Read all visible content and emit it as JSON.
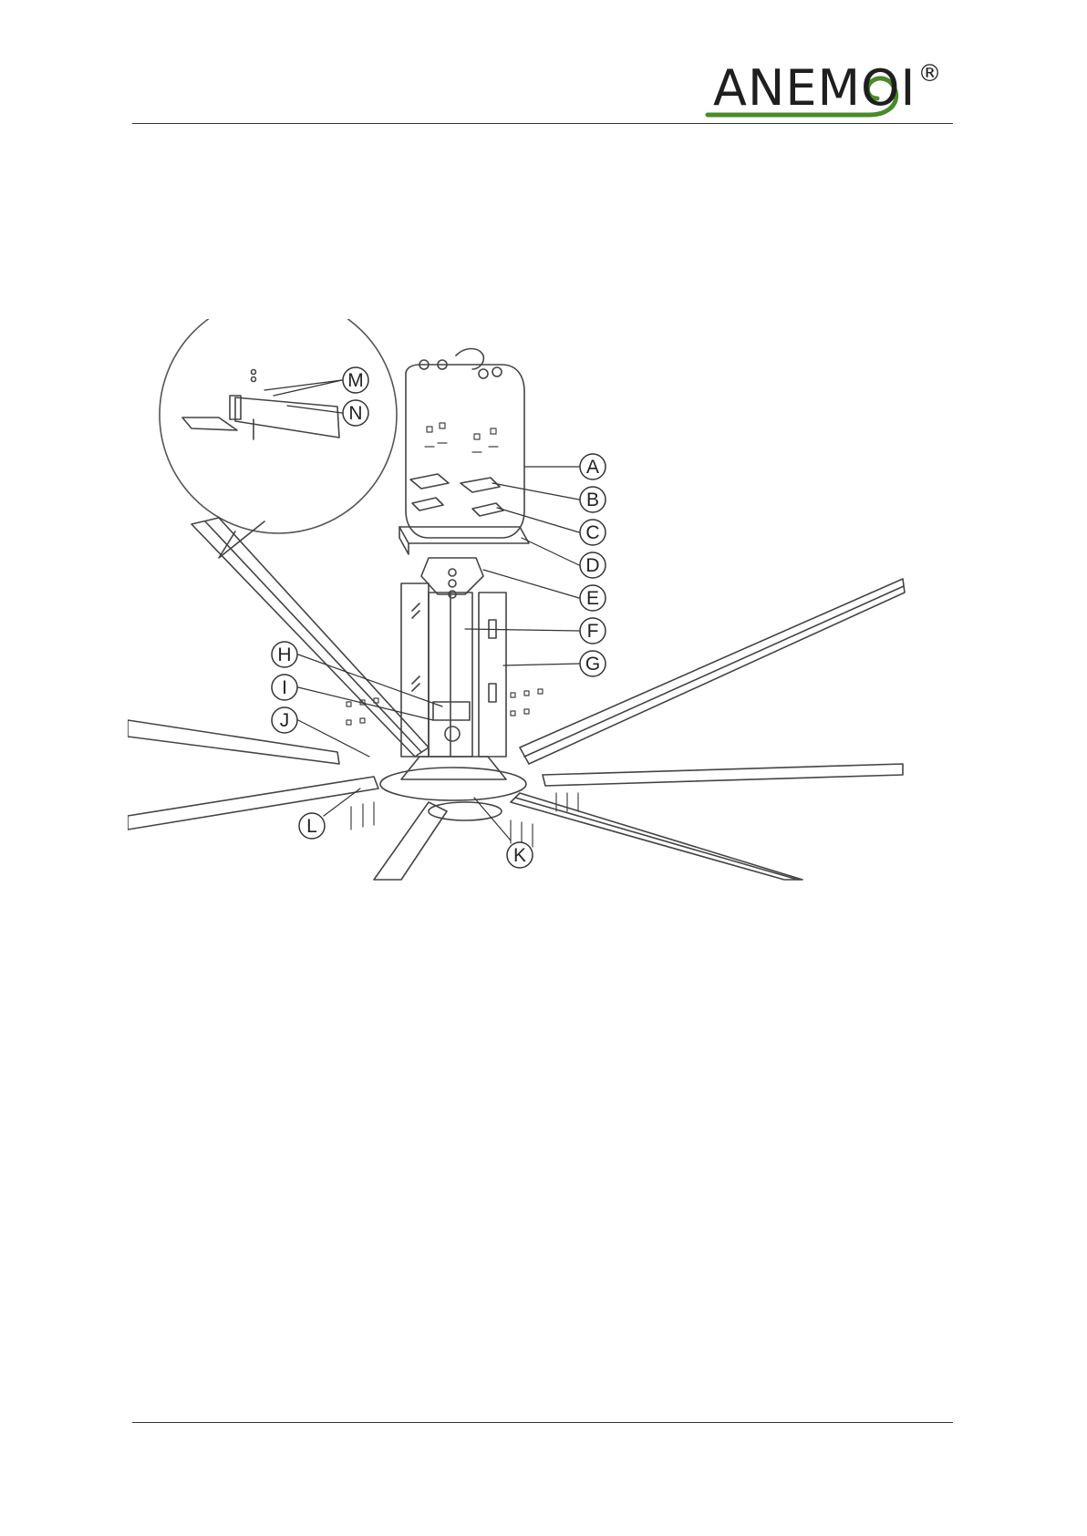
{
  "header": {
    "logo_text": "ANEMOI",
    "logo_mark": "®",
    "accent": "#4a8a2a"
  },
  "diagram": {
    "callouts": [
      "A",
      "B",
      "C",
      "D",
      "E",
      "F",
      "G",
      "H",
      "I",
      "J",
      "K",
      "L",
      "M",
      "N"
    ]
  }
}
